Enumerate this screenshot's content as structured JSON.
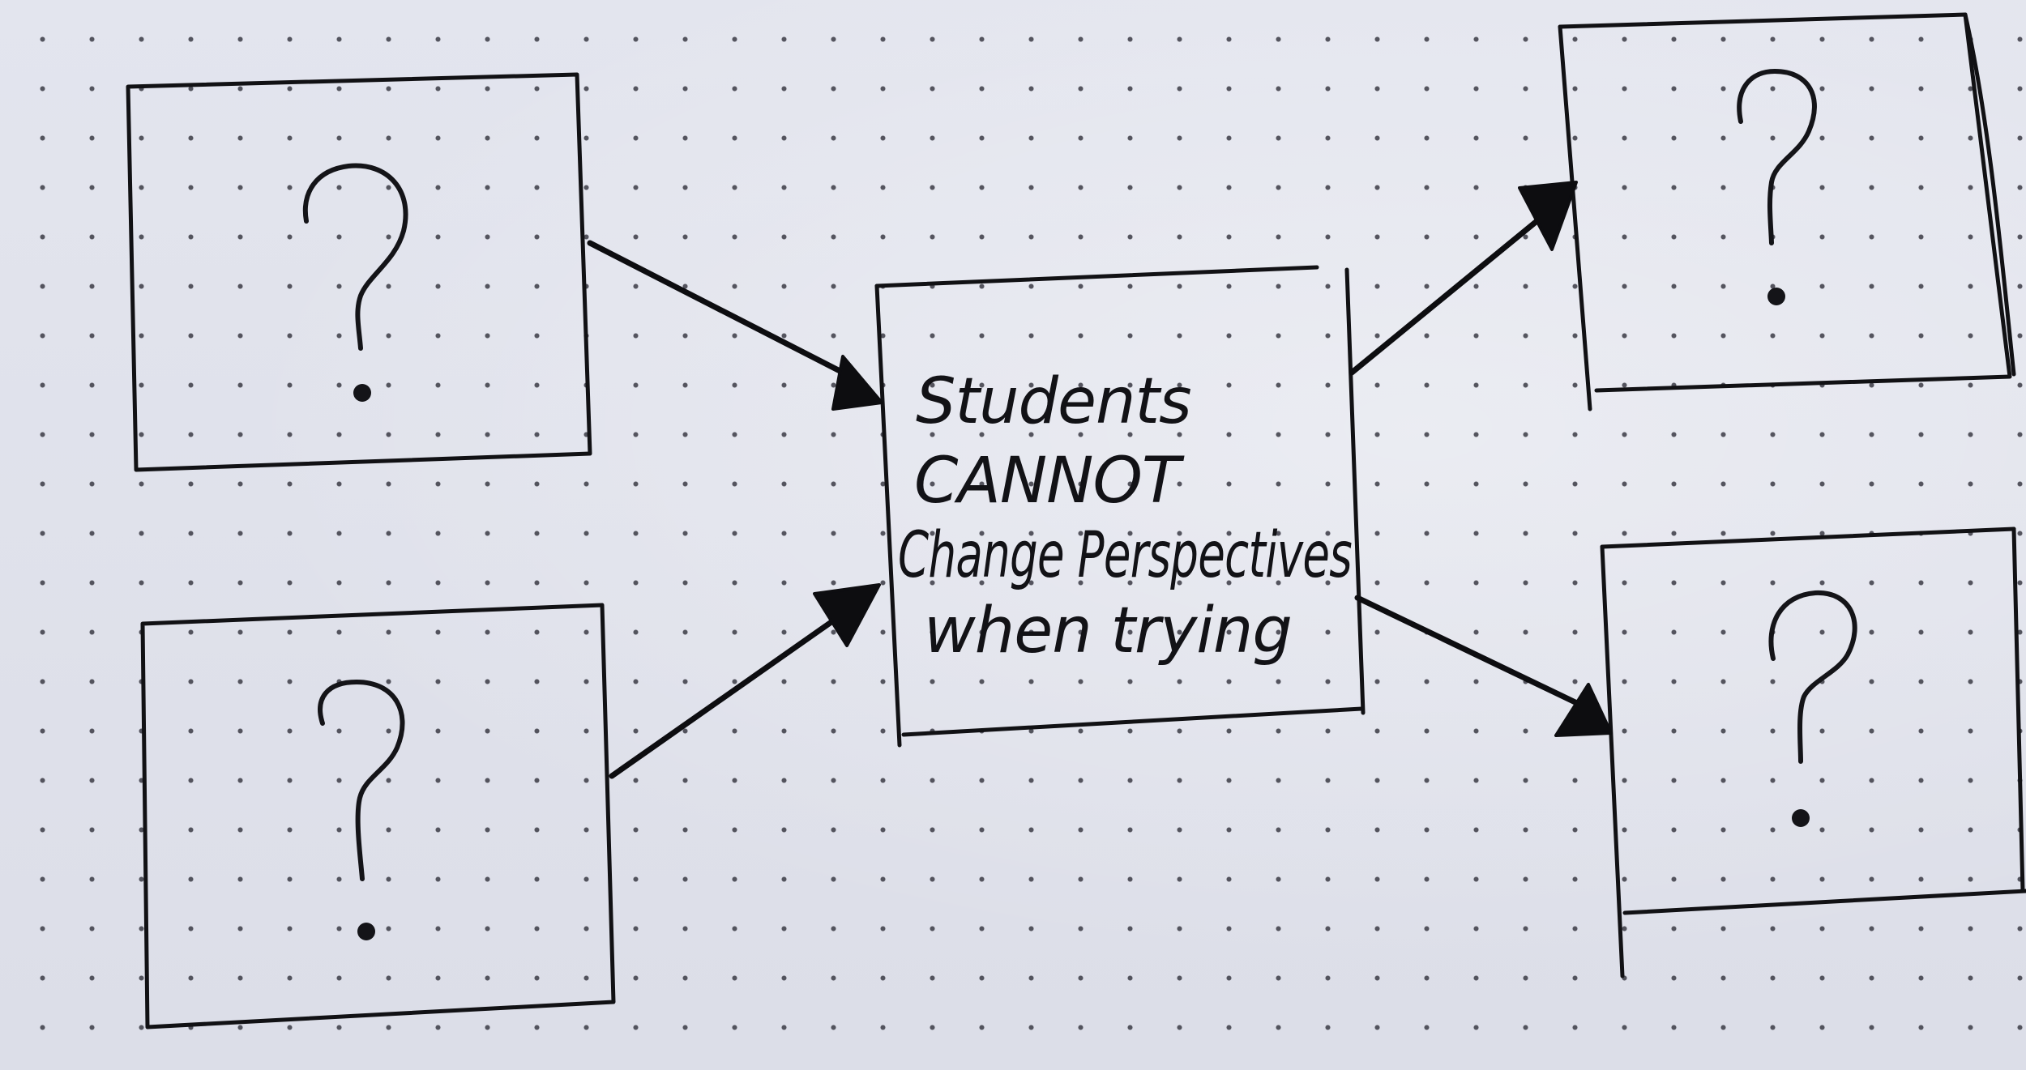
{
  "diagram": {
    "center_node": {
      "lines": [
        "Students",
        "CANNOT",
        "Change Perspectives",
        "when trying"
      ]
    },
    "unknown_nodes": [
      {
        "id": "input-top-left",
        "label": "?"
      },
      {
        "id": "input-bottom-left",
        "label": "?"
      },
      {
        "id": "output-top-right",
        "label": "?"
      },
      {
        "id": "output-bottom-right",
        "label": "?"
      }
    ],
    "edges": [
      {
        "from": "input-top-left",
        "to": "center"
      },
      {
        "from": "input-bottom-left",
        "to": "center"
      },
      {
        "from": "center",
        "to": "output-top-right"
      },
      {
        "from": "center",
        "to": "output-bottom-right"
      }
    ]
  }
}
